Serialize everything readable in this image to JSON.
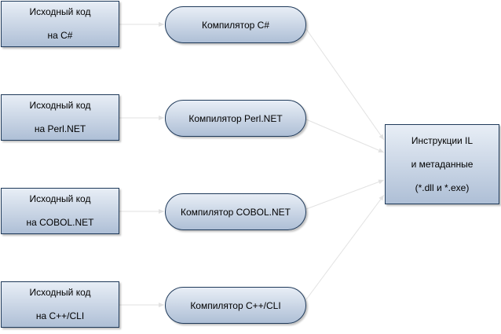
{
  "sources": [
    {
      "line1": "Исходный код",
      "line2": "на C#"
    },
    {
      "line1": "Исходный код",
      "line2": "на Perl.NET"
    },
    {
      "line1": "Исходный код",
      "line2": "на COBOL.NET"
    },
    {
      "line1": "Исходный код",
      "line2": "на C++/CLI"
    }
  ],
  "compilers": [
    {
      "label": "Компилятор C#"
    },
    {
      "label": "Компилятор Perl.NET"
    },
    {
      "label": "Компилятор COBOL.NET"
    },
    {
      "label": "Компилятор C++/CLI"
    }
  ],
  "output": {
    "line1": "Инструкции IL",
    "line2": "и метаданные",
    "line3": "(*.dll и *.exe)"
  },
  "colors": {
    "box_border": "#1f3a5a",
    "box_fill_top": "#e8eef6",
    "box_fill_bottom": "#aebfd6",
    "connector": "#e2e2e2"
  }
}
